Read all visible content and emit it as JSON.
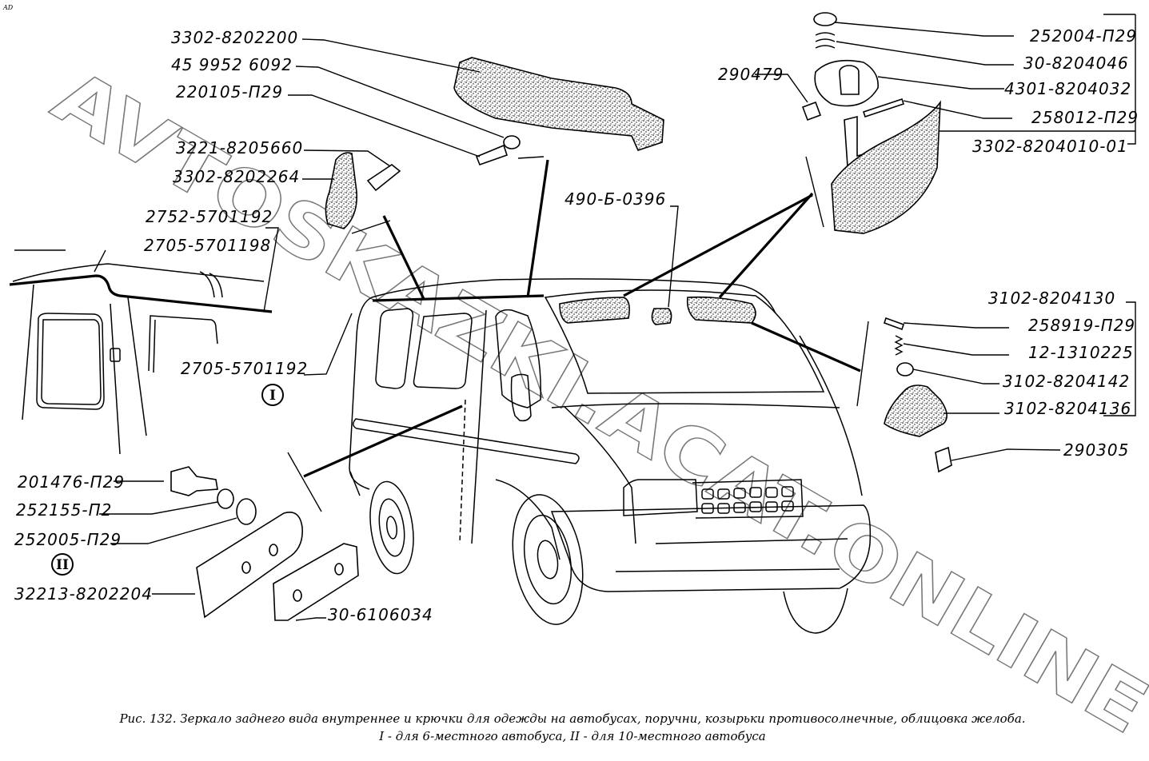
{
  "corner_mark": "AD",
  "watermark": "AVTOSKAZKI.ACAT.ONLINE",
  "caption": {
    "line1": "Рис. 132. Зеркало заднего вида внутреннее и крючки для одежды на автобусах, поручни, козырьки противосолнечные, облицовка желоба.",
    "line2": "I - для 6-местного автобуса, II - для 10-местного автобуса"
  },
  "variants": {
    "I": "I",
    "II": "II"
  },
  "callouts": {
    "top_left": [
      "3302-8202200",
      "45 9952 6092",
      "220105-П29"
    ],
    "hook": [
      "3221-8205660",
      "3302-8202264"
    ],
    "gutter": [
      "2752-5701192",
      "2705-5701198",
      "2705-5701192"
    ],
    "center": [
      "490-Б-0396"
    ],
    "sun_visor": [
      "290479",
      "252004-П29",
      "30-8204046",
      "4301-8204032",
      "258012-П29",
      "3302-8204010-01"
    ],
    "mirror": [
      "3102-8204130",
      "258919-П29",
      "12-1310225",
      "3102-8204142",
      "3102-8204136",
      "290305"
    ],
    "handrail": [
      "201476-П29",
      "252155-П2",
      "252005-П29",
      "32213-8202204",
      "30-6106034"
    ]
  }
}
